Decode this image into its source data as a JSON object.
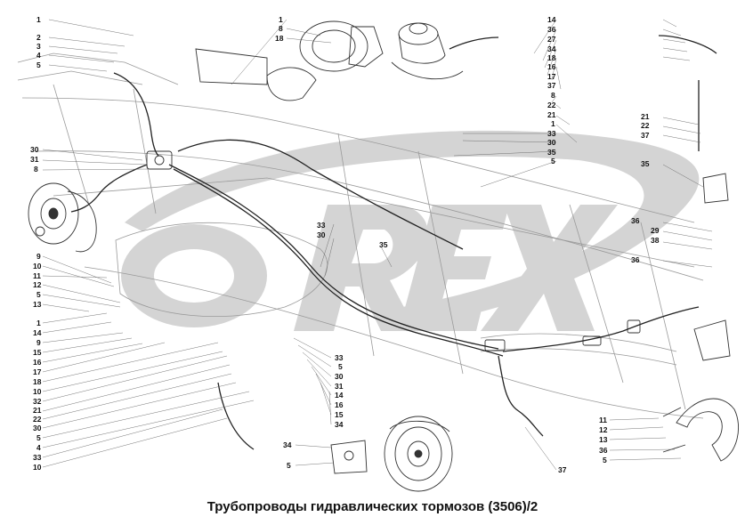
{
  "caption": "Трубопроводы гидравлических тормозов (3506)/2",
  "watermark": "OREX",
  "colors": {
    "ink": "#111111",
    "line": "#333333",
    "faint": "#9a9a9a",
    "watermark": "#d4d4d4"
  },
  "callouts": {
    "left_top": [
      "1",
      "2",
      "3",
      "4",
      "5"
    ],
    "top_center": [
      "1",
      "8",
      "18"
    ],
    "top_right": [
      "14",
      "36",
      "27",
      "34",
      "18",
      "16",
      "17",
      "37",
      "8",
      "22",
      "21",
      "1",
      "33",
      "30",
      "35",
      "5"
    ],
    "right_a": [
      "21",
      "22",
      "37"
    ],
    "right_b": [
      "35"
    ],
    "right_c": [
      "36",
      "29",
      "38"
    ],
    "right_d": [
      "36"
    ],
    "left_mid": [
      "30",
      "31",
      "8"
    ],
    "center_a": [
      "33",
      "30"
    ],
    "center_b": [
      "35"
    ],
    "left_lower": [
      "9",
      "10",
      "11",
      "12",
      "5",
      "13"
    ],
    "left_bottom": [
      "1",
      "14",
      "9",
      "15",
      "16",
      "17",
      "18",
      "10",
      "32",
      "21",
      "22",
      "30",
      "5",
      "4",
      "33",
      "10"
    ],
    "center_bottom": [
      "33",
      "5",
      "30",
      "31",
      "14",
      "16",
      "15",
      "34"
    ],
    "bottom_left_pair": [
      "34",
      "5"
    ],
    "bottom_center": [
      "37"
    ],
    "bottom_right": [
      "11",
      "12",
      "13",
      "36",
      "5"
    ]
  }
}
